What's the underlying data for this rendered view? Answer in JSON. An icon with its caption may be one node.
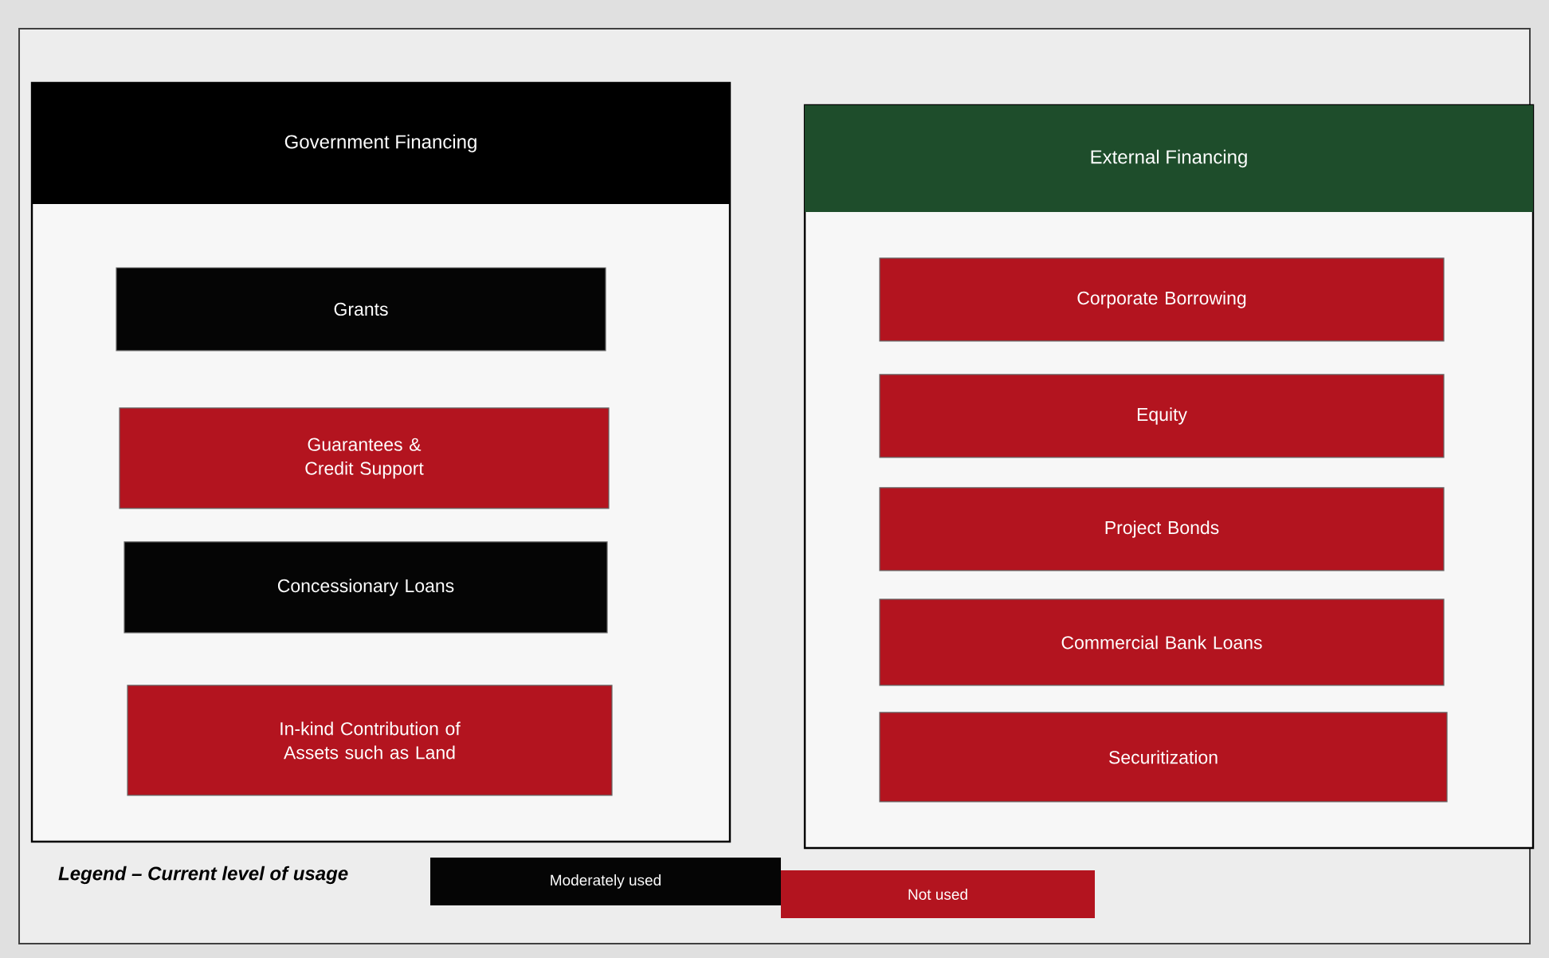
{
  "diagram": {
    "nodes": [
      {
        "text": [
          "Government Financing"
        ]
      },
      {
        "text": [
          "Grants"
        ],
        "in": 0
      },
      {
        "text": [
          "Guarantees & Credit Support"
        ],
        "in": 0
      },
      {
        "text": [
          "Concessionary Loans"
        ],
        "in": 0
      },
      {
        "text": [
          "In-kind Contribution of Assets such as Land"
        ],
        "in": 0
      },
      {
        "text": [
          "External Financing"
        ]
      },
      {
        "text": [
          "Corporate Borrowing"
        ],
        "in": 5
      },
      {
        "text": [
          "Equity"
        ],
        "in": 5
      },
      {
        "text": [
          "Project Bonds"
        ],
        "in": 5
      },
      {
        "text": [
          "Commercial Bank Loans"
        ],
        "in": 5
      },
      {
        "text": [
          "Securitization"
        ],
        "in": 5
      }
    ],
    "edges": [],
    "labels": [
      "Legend – Current level of usage"
    ],
    "legend": [
      {
        "text": "Moderately used",
        "color": "#050505"
      },
      {
        "text": "Not used",
        "color": "#b3141f"
      }
    ]
  }
}
